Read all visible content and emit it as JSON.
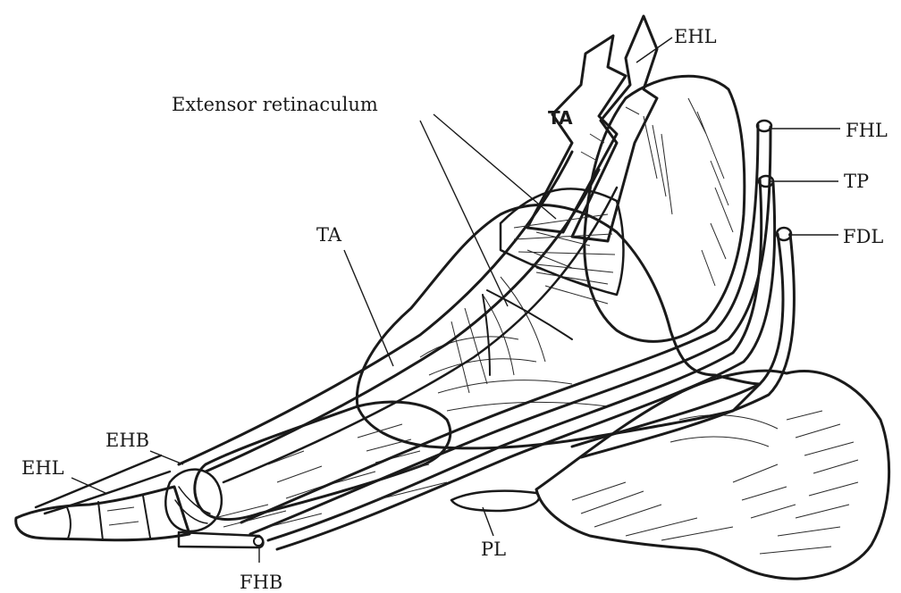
{
  "figure": {
    "labels": {
      "extensor_retinaculum": "Extensor retinaculum",
      "ehl_top": "EHL",
      "ta_top": "TA",
      "fhl": "FHL",
      "tp": "TP",
      "fdl": "FDL",
      "ta_mid": "TA",
      "ehb": "EHB",
      "ehl_left": "EHL",
      "pl": "PL",
      "fhb": "FHB"
    }
  }
}
